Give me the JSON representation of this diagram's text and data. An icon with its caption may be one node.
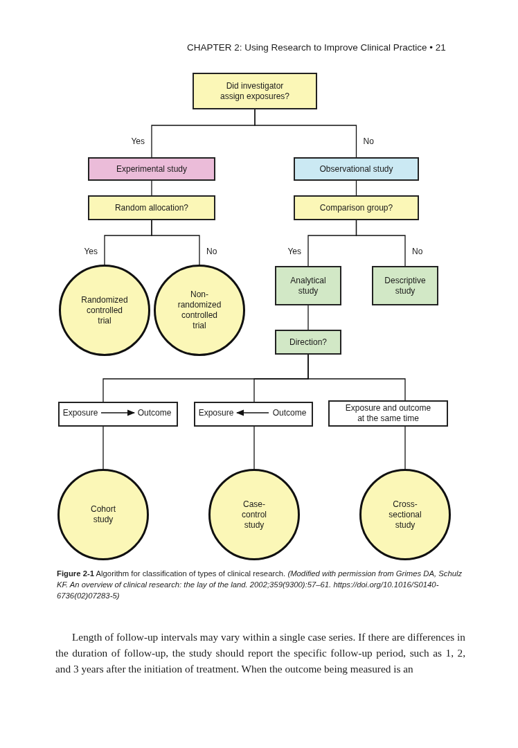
{
  "diagram": {
    "caption": "**Figure 2-1** Algorithm for classification of types of clinical research. *(Modified with permission from Grimes DA, Schulz KF. An overview of clinical research: the lay of the land. 2002;359(9300):57–61. https://doi.org/10.1016/S0140-6736(02)07283-5)*",
    "nodes": [
      {
        "text": [
          "Did investigator assign exposures?"
        ]
      },
      {
        "text": [
          "Experimental study"
        ]
      },
      {
        "text": [
          "Random allocation?"
        ]
      },
      {
        "text": [
          "Observational study"
        ]
      },
      {
        "text": [
          "Comparison group?"
        ]
      },
      {
        "text": [
          "Randomized controlled trial"
        ]
      },
      {
        "text": [
          "Non-randomized controlled trial"
        ]
      },
      {
        "text": [
          "Analytical study"
        ]
      },
      {
        "text": [
          "Descriptive study"
        ]
      },
      {
        "text": [
          "Direction?"
        ]
      },
      {
        "text": [],
        "shape": "box"
      },
      {
        "text": [
          "Exposure"
        ],
        "in": 10
      },
      {
        "text": [
          "Outcome"
        ],
        "in": 10
      },
      {
        "text": [],
        "shape": "box"
      },
      {
        "text": [
          "Exposure"
        ],
        "in": 13
      },
      {
        "text": [
          "Outcome"
        ],
        "in": 13
      },
      {
        "text": [
          "Exposure and outcome at the same time"
        ]
      },
      {
        "text": [
          "Cohort study"
        ]
      },
      {
        "text": [
          "Case-control study"
        ]
      },
      {
        "text": [
          "Cross-sectional study"
        ]
      }
    ],
    "edges": [
      {
        "from": 0,
        "to": 1,
        "arrow": "none",
        "label": "Yes"
      },
      {
        "from": 0,
        "to": 3,
        "arrow": "none",
        "label": "No"
      },
      {
        "from": 1,
        "to": 2,
        "arrow": "none"
      },
      {
        "from": 3,
        "to": 4,
        "arrow": "none"
      },
      {
        "from": 2,
        "to": 5,
        "arrow": "none",
        "label": "Yes"
      },
      {
        "from": 2,
        "to": 6,
        "arrow": "none",
        "label": "No"
      },
      {
        "from": 4,
        "to": 7,
        "arrow": "none",
        "label": "Yes"
      },
      {
        "from": 4,
        "to": 8,
        "arrow": "none",
        "label": "No"
      },
      {
        "from": 7,
        "to": 9,
        "arrow": "none"
      },
      {
        "from": 9,
        "to": 10,
        "arrow": "none"
      },
      {
        "from": 9,
        "to": 13,
        "arrow": "none"
      },
      {
        "from": 9,
        "to": 16,
        "arrow": "none"
      },
      {
        "from": 10,
        "to": 17,
        "arrow": "none"
      },
      {
        "from": 13,
        "to": 18,
        "arrow": "none"
      },
      {
        "from": 16,
        "to": 19,
        "arrow": "none"
      },
      {
        "from": 11,
        "to": 12,
        "arrow": "to"
      },
      {
        "from": 15,
        "to": 14,
        "arrow": "to"
      }
    ],
    "labels": [
      "CHAPTER 2: Using Research to Improve Clinical Practice • 21",
      "Length of follow-up intervals may vary within a single case series. If there are differences in the duration of follow-up, the study should report the specific follow-up period, such as 1, 2, and 3 years after the initiation of treatment. When the outcome being measured is an"
    ]
  }
}
